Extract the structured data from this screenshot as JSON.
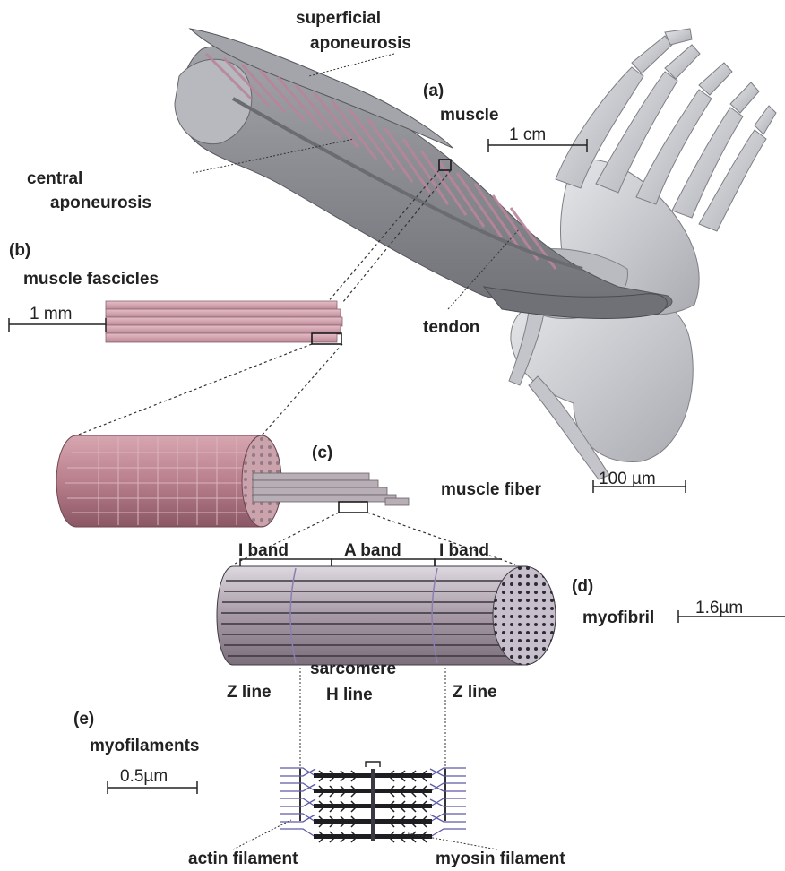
{
  "labels": {
    "superficial": "superficial",
    "aponeurosis_sup": "aponeurosis",
    "panel_a": "(a)",
    "muscle": "muscle",
    "central": "central",
    "aponeurosis_cen": "aponeurosis",
    "panel_b": "(b)",
    "muscle_fascicles": "muscle fascicles",
    "tendon": "tendon",
    "panel_c": "(c)",
    "muscle_fiber": "muscle fiber",
    "i_band_left": "I band",
    "a_band": "A band",
    "i_band_right": "I band",
    "panel_d": "(d)",
    "myofibril": "myofibril",
    "z_line_left": "Z line",
    "sarcomere": "sarcomere",
    "h_line": "H line",
    "z_line_right": "Z line",
    "panel_e": "(e)",
    "myofilaments": "myofilaments",
    "actin_filament": "actin filament",
    "myosin_filament": "myosin filament"
  },
  "scales": {
    "cm": "1 cm",
    "mm": "1 mm",
    "fiber": "100 µm",
    "myofibril": "1.6µm",
    "myofilament": "0.5µm"
  },
  "colors": {
    "bone": "#c9cbd0",
    "muscle_gray": "#8e9096",
    "fascicle_pink": "#c9939f",
    "fiber_pink": "#b97f8c",
    "myofibril": "#9a8f9a",
    "filament_blue": "#5d5aa8"
  }
}
